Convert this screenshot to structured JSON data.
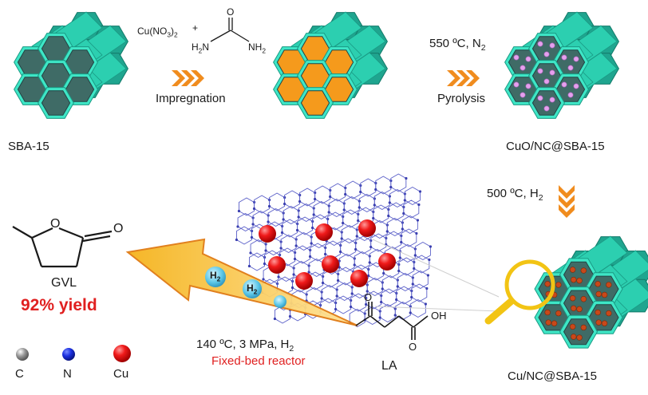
{
  "labels": {
    "sba15": "SBA-15",
    "cuno3_main": "Cu(NO",
    "cuno3_sub1": "3",
    "cuno3_close": ")",
    "cuno3_sub2": "2",
    "plus": "+",
    "urea_o": "O",
    "urea_h2n_main": "H",
    "urea_h2n_sub": "2",
    "urea_h2n_n": "N",
    "urea_nh2_n": "NH",
    "urea_nh2_sub": "2",
    "impregnation": "Impregnation",
    "step2_temp": "550 ºC, N",
    "step2_gas_sub": "2",
    "pyrolysis": "Pyrolysis",
    "cuo_nc": "CuO/NC@SBA-15",
    "step3_temp": "500 ºC, H",
    "step3_gas_sub": "2",
    "cu_nc": "Cu/NC@SBA-15",
    "gvl": "GVL",
    "yield": "92% yield",
    "conditions": "140 ºC, 3 MPa, H",
    "conditions_sub": "2",
    "reactor": "Fixed-bed reactor",
    "la": "LA",
    "h2_main": "H",
    "h2_sub": "2",
    "ring_o": "O",
    "carbonyl_o": "O",
    "la_o1": "O",
    "la_o2": "O",
    "la_oh": "OH",
    "legend_c": "C",
    "legend_n": "N",
    "legend_cu": "Cu"
  },
  "colors": {
    "sba_face": "#3ee6c6",
    "sba_dark": "#1fa58f",
    "pore": "#3f6b66",
    "orange_fill": "#f59a1c",
    "arrow_orange": "#f08c1e",
    "red": "#e02020",
    "pink": "#e5a0ee",
    "cu_np": "#c8481a",
    "network": "#5a5fc8",
    "magnifier": "#f2c414"
  }
}
